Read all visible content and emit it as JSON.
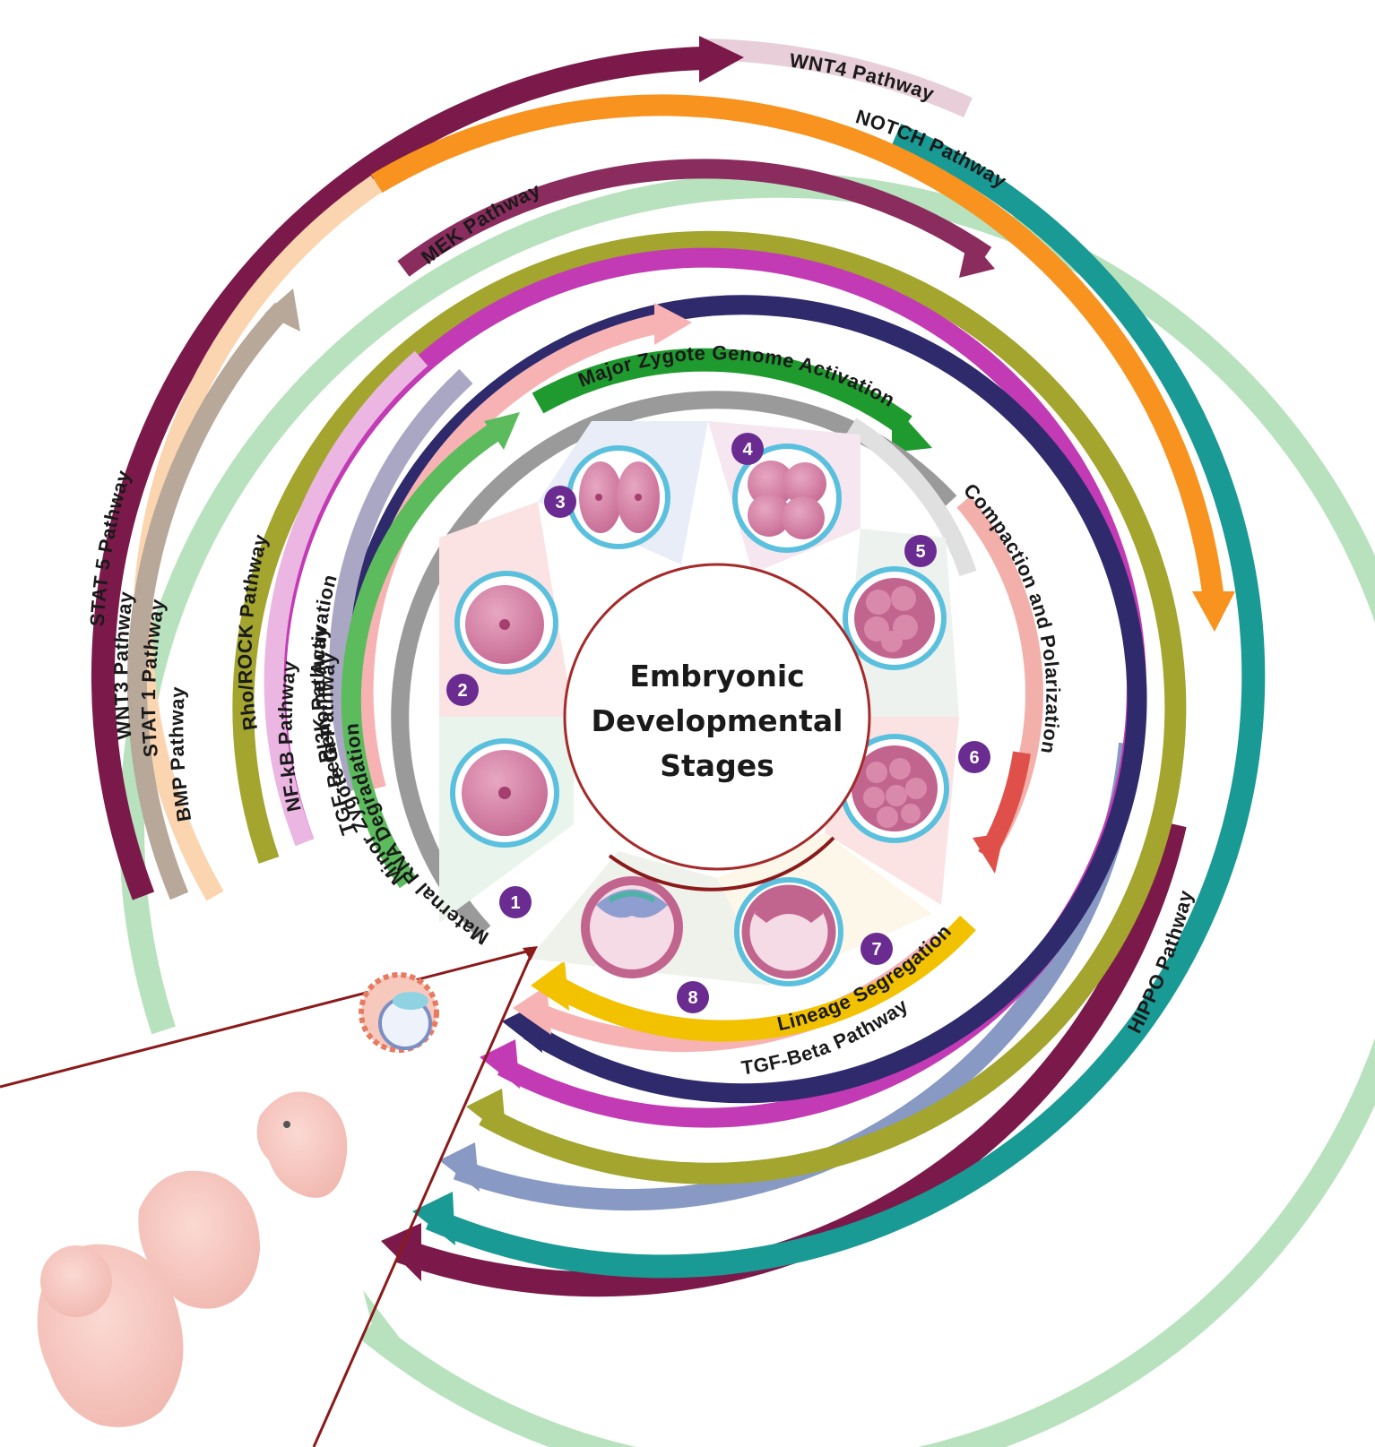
{
  "center": {
    "lines": [
      "Embryonic",
      "Developmental",
      "Stages"
    ]
  },
  "stages": [
    {
      "number": "1",
      "label": ""
    },
    {
      "number": "2",
      "label": ""
    },
    {
      "number": "3",
      "label": ""
    },
    {
      "number": "4",
      "label": ""
    },
    {
      "number": "5",
      "label": ""
    },
    {
      "number": "6",
      "label": ""
    },
    {
      "number": "7",
      "label": ""
    },
    {
      "number": "8",
      "label": ""
    }
  ],
  "events": [
    {
      "label": "Maternal RNA Degradation",
      "color": "#8c8c8c"
    },
    {
      "label": "Minor Zygote Genome Activation",
      "color": "#5cbb5c"
    },
    {
      "label": "Major  Zygote Genome Activation",
      "color": "#1f9a2e"
    },
    {
      "label": "Compaction and Polarization",
      "color": "#e0504a"
    },
    {
      "label": "Lineage Segregation",
      "color": "#f2c200"
    }
  ],
  "pathways": [
    {
      "label": "TGF-Beta Pathway",
      "color": "#f4a6a6"
    },
    {
      "label": "TGF-Beta Pathway",
      "color": "#f4a6a6"
    },
    {
      "label": "PI3K Pathway",
      "color": "#2e2a6b"
    },
    {
      "label": "NF-kB  Pathway",
      "color": "#c23bb4"
    },
    {
      "label": "Rho/ROCK  Pathway",
      "color": "#9fa12c"
    },
    {
      "label": "MEK Pathway",
      "color": "#7d2052"
    },
    {
      "label": "HIPPO Pathway",
      "color": "#7f93c4"
    },
    {
      "label": "BMP Pathway",
      "color": "#f7931e"
    },
    {
      "label": "STAT 1 Pathway",
      "color": "#9c8c7c"
    },
    {
      "label": "NOTCH Pathway",
      "color": "#1a9a94"
    },
    {
      "label": "WNT3 Pathway",
      "color": "#6c1440"
    },
    {
      "label": "WNT4 Pathway",
      "color": "#b77d99"
    },
    {
      "label": "STAT 5 Pathway",
      "color": "#9fd8a4"
    }
  ]
}
